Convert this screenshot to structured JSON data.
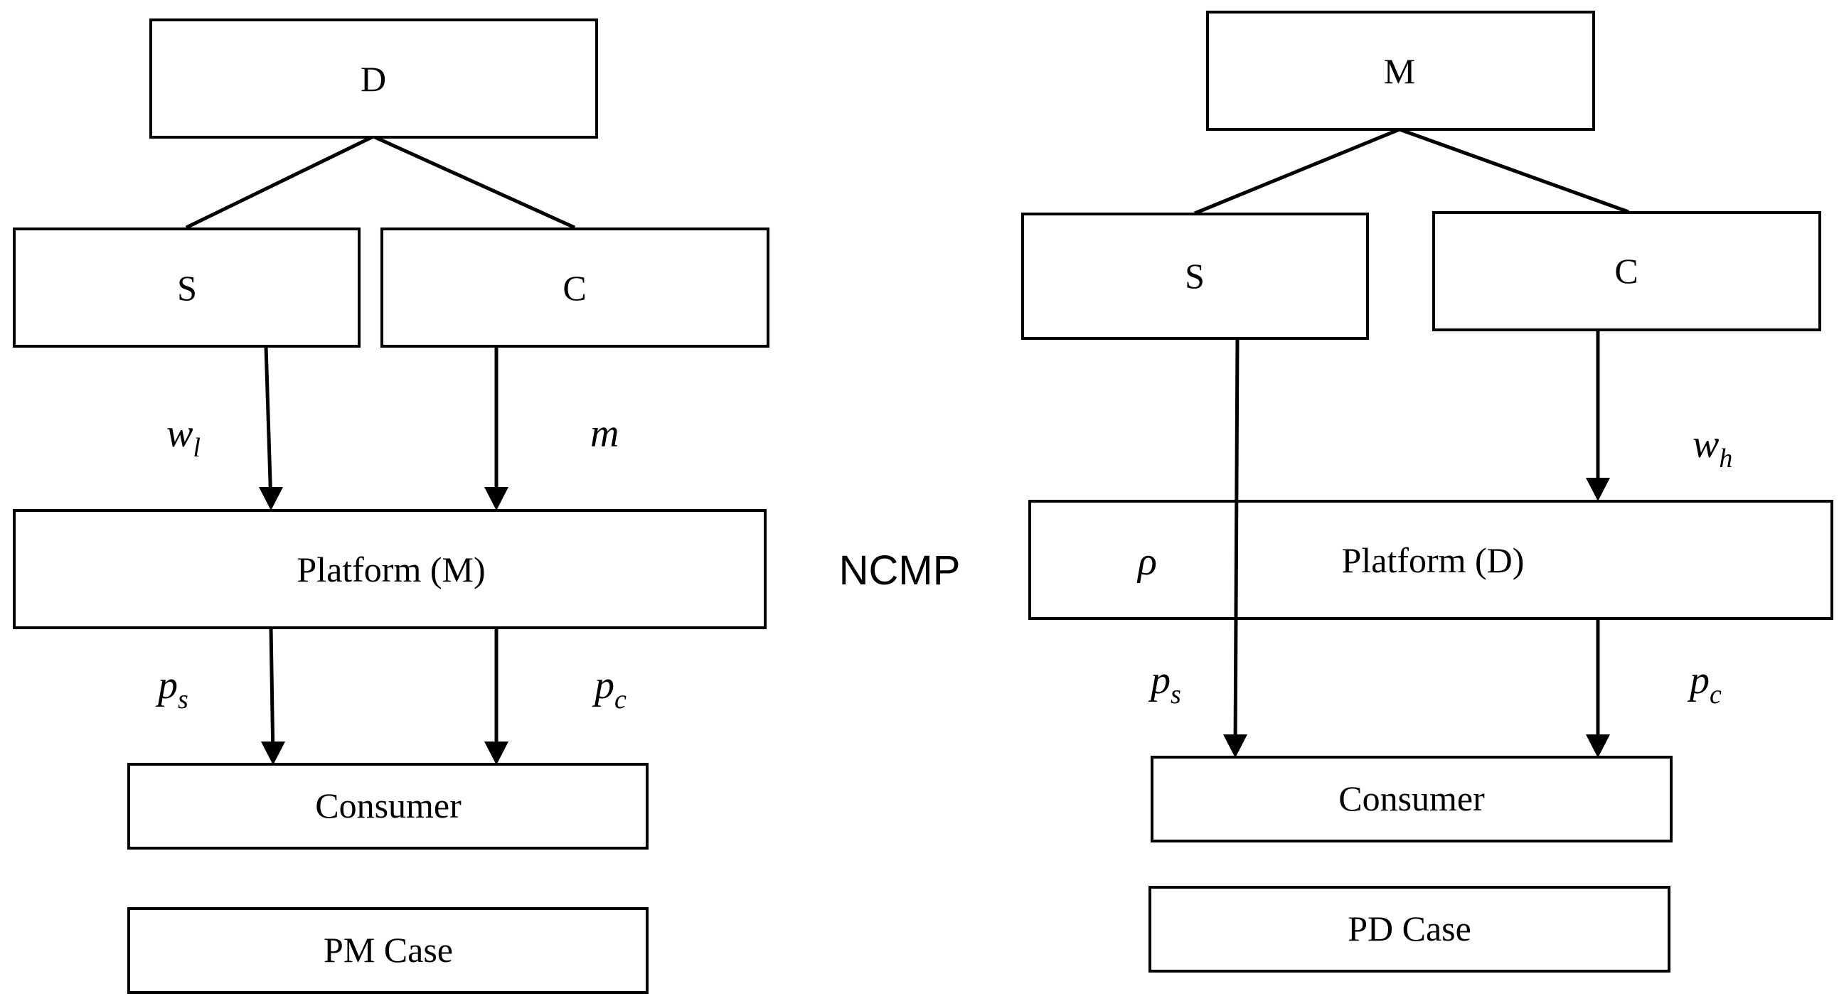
{
  "pm_case": {
    "top": "D",
    "left": "S",
    "right": "C",
    "platform": "Platform (M)",
    "consumer": "Consumer",
    "case_label": "PM Case",
    "var_left_in": {
      "base": "w",
      "sub": "l"
    },
    "var_right_in": "m",
    "var_left_out": {
      "base": "p",
      "sub": "s"
    },
    "var_right_out": {
      "base": "p",
      "sub": "c"
    }
  },
  "middle_label": "NCMP",
  "pd_case": {
    "top": "M",
    "left": "S",
    "right": "C",
    "platform": "Platform (D)",
    "platform_var": "ρ",
    "consumer": "Consumer",
    "case_label": "PD Case",
    "var_right_in": {
      "base": "w",
      "sub": "h"
    },
    "var_left_out": {
      "base": "p",
      "sub": "s"
    },
    "var_right_out": {
      "base": "p",
      "sub": "c"
    }
  }
}
